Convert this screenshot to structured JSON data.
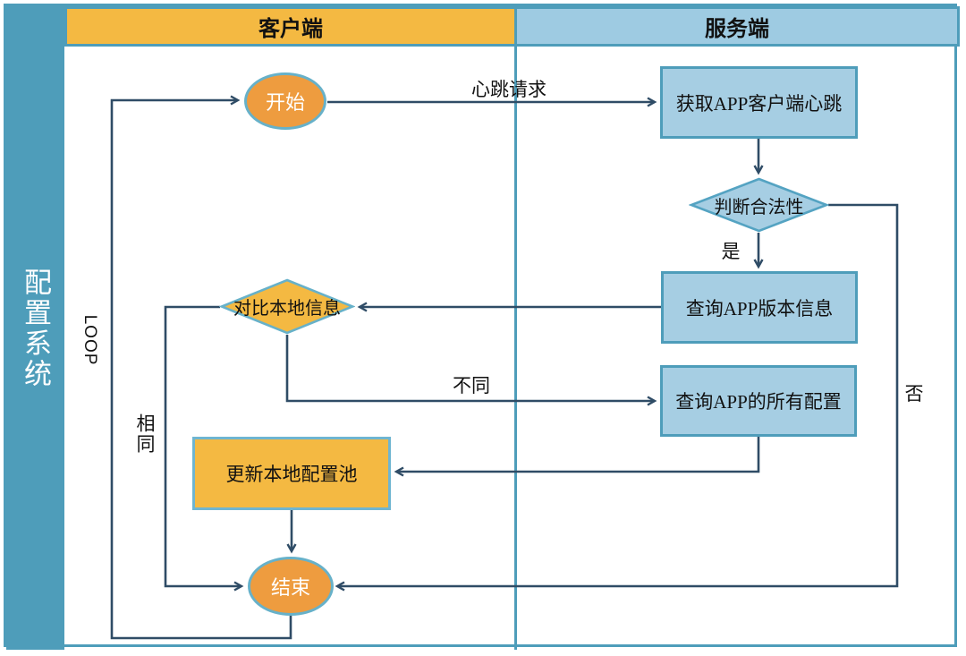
{
  "diagram": {
    "title": "配置系统",
    "type": "swimlane-flowchart"
  },
  "lanes": [
    {
      "id": "client",
      "label": "客户端"
    },
    {
      "id": "server",
      "label": "服务端"
    }
  ],
  "nodes": {
    "start": {
      "label": "开始",
      "shape": "ellipse",
      "lane": "client"
    },
    "get_heartbeat": {
      "label": "获取APP客户端心跳",
      "shape": "process",
      "lane": "server"
    },
    "judge_valid": {
      "label": "判断合法性",
      "shape": "decision",
      "lane": "server"
    },
    "query_version": {
      "label": "查询APP版本信息",
      "shape": "process",
      "lane": "server"
    },
    "compare_local": {
      "label": "对比本地信息",
      "shape": "decision",
      "lane": "client"
    },
    "query_all_config": {
      "label": "查询APP的所有配置",
      "shape": "process",
      "lane": "server"
    },
    "update_pool": {
      "label": "更新本地配置池",
      "shape": "process",
      "lane": "client"
    },
    "end": {
      "label": "结束",
      "shape": "ellipse",
      "lane": "client"
    }
  },
  "edge_labels": {
    "heartbeat_request": "心跳请求",
    "yes": "是",
    "different": "不同",
    "same": "相同",
    "no": "否",
    "loop": "LOOP"
  },
  "colors": {
    "teal": "#4E9DBA",
    "orange_fill": "#F4B942",
    "orange_ellipse_fill": "#EE9C3F",
    "blue_fill": "#A6CEE3",
    "header_blue_fill": "#9ECBE2",
    "light_teal_border": "#67B1C9",
    "connector_line": "#2F4C66",
    "text_dark": "#111111",
    "text_white": "#FFFFFF"
  }
}
